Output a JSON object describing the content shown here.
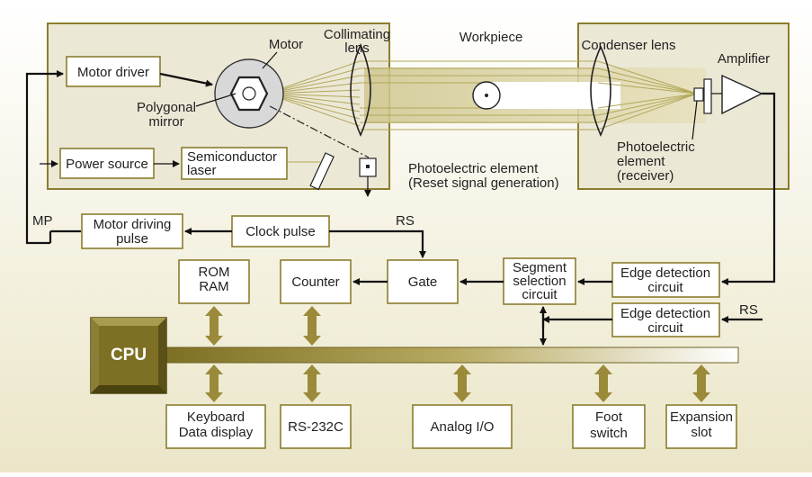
{
  "labels": {
    "motor": "Motor",
    "collimating_lens": [
      "Collimating",
      "lens"
    ],
    "workpiece": "Workpiece",
    "condenser_lens": "Condenser lens",
    "amplifier": "Amplifier",
    "polygonal_mirror": [
      "Polygonal",
      "mirror"
    ],
    "photo_reset": [
      "Photoelectric element",
      "(Reset signal generation)"
    ],
    "photo_receiver": [
      "Photoelectric",
      "element",
      "(receiver)"
    ],
    "mp": "MP",
    "rs_top": "RS",
    "rs_right": "RS"
  },
  "boxes": {
    "motor_driver": [
      "Motor driver"
    ],
    "power_source": [
      "Power source"
    ],
    "semiconductor_laser": [
      "Semiconductor",
      "laser"
    ],
    "motor_driving_pulse": [
      "Motor driving",
      "pulse"
    ],
    "clock_pulse": [
      "Clock pulse"
    ],
    "rom_ram": [
      "ROM",
      "RAM"
    ],
    "counter": [
      "Counter"
    ],
    "gate": [
      "Gate"
    ],
    "segment_selection": [
      "Segment",
      "selection",
      "circuit"
    ],
    "edge_detection_1": [
      "Edge detection",
      "circuit"
    ],
    "edge_detection_2": [
      "Edge detection",
      "circuit"
    ],
    "cpu": [
      "CPU"
    ],
    "keyboard_display": [
      "Keyboard",
      "Data display"
    ],
    "rs232c": [
      "RS-232C"
    ],
    "analog_io": [
      "Analog I/O"
    ],
    "foot_switch": [
      "Foot",
      "switch"
    ],
    "expansion_slot": [
      "Expansion",
      "slot"
    ]
  },
  "colors": {
    "background_top": "#ffffff",
    "background_bottom": "#ebe6c8",
    "panel": "#ece8d6",
    "border": "#8b7d2e",
    "bus_arrow": "#9a8a3a",
    "cpu_fill": "#7d6f23"
  }
}
